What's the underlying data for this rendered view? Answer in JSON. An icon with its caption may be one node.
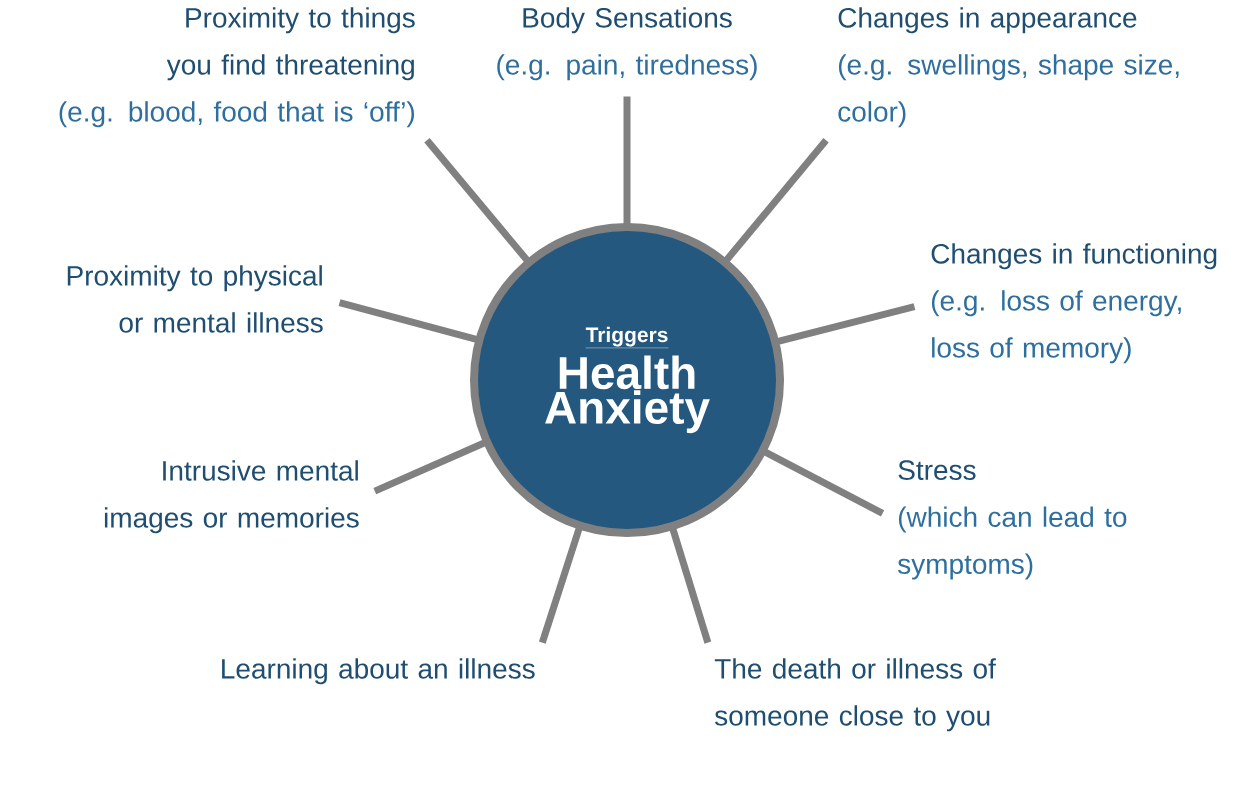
{
  "diagram": {
    "nodes": [
      {
        "text": [
          "Triggers",
          "Health Anxiety"
        ]
      },
      {
        "text": [
          "Proximity to things you find threatening",
          "(e.g. blood, food that is ‘off’)"
        ]
      },
      {
        "text": [
          "Body Sensations",
          "(e.g. pain, tiredness)"
        ]
      },
      {
        "text": [
          "Changes in appearance",
          "(e.g. swellings, shape size, color)"
        ]
      },
      {
        "text": [
          "Proximity to physical or mental illness"
        ]
      },
      {
        "text": [
          "Changes in functioning",
          "(e.g. loss of energy, loss of memory)"
        ]
      },
      {
        "text": [
          "Intrusive mental images or memories"
        ]
      },
      {
        "text": [
          "Stress",
          "(which can lead to symptoms)"
        ]
      },
      {
        "text": [
          "Learning about an illness"
        ]
      },
      {
        "text": [
          "The death or illness of someone close to you"
        ]
      }
    ],
    "edges": [
      {
        "from": 0,
        "to": 1,
        "arrow": "none"
      },
      {
        "from": 0,
        "to": 2,
        "arrow": "none"
      },
      {
        "from": 0,
        "to": 3,
        "arrow": "none"
      },
      {
        "from": 0,
        "to": 4,
        "arrow": "none"
      },
      {
        "from": 0,
        "to": 5,
        "arrow": "none"
      },
      {
        "from": 0,
        "to": 6,
        "arrow": "none"
      },
      {
        "from": 0,
        "to": 7,
        "arrow": "none"
      },
      {
        "from": 0,
        "to": 8,
        "arrow": "none"
      },
      {
        "from": 0,
        "to": 9,
        "arrow": "none"
      }
    ]
  }
}
